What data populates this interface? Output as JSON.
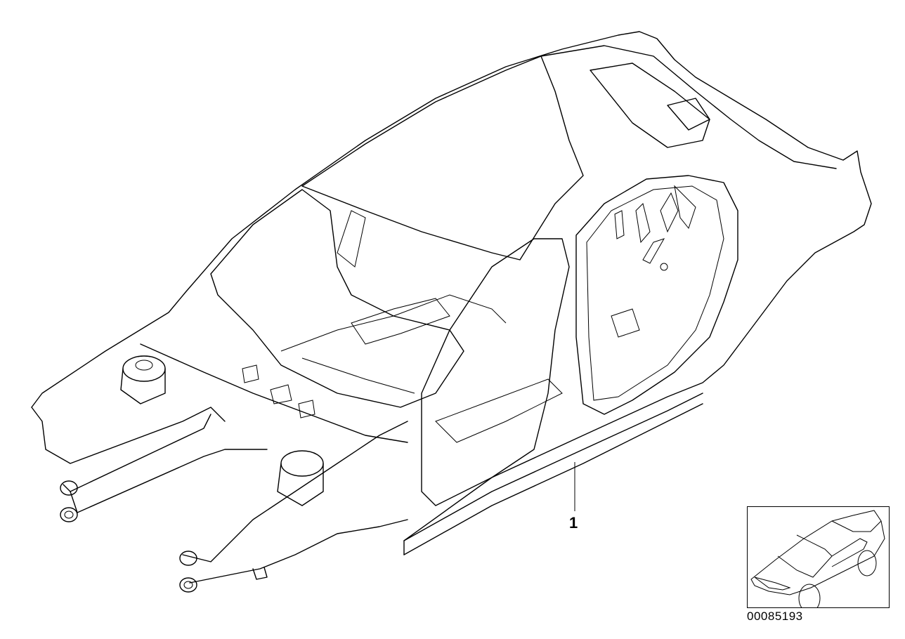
{
  "diagram": {
    "subject": "body-shell",
    "callouts": [
      {
        "label": "1"
      }
    ],
    "diagram_number": "00085193",
    "colors": {
      "line": "#000000",
      "background": "#ffffff"
    }
  }
}
